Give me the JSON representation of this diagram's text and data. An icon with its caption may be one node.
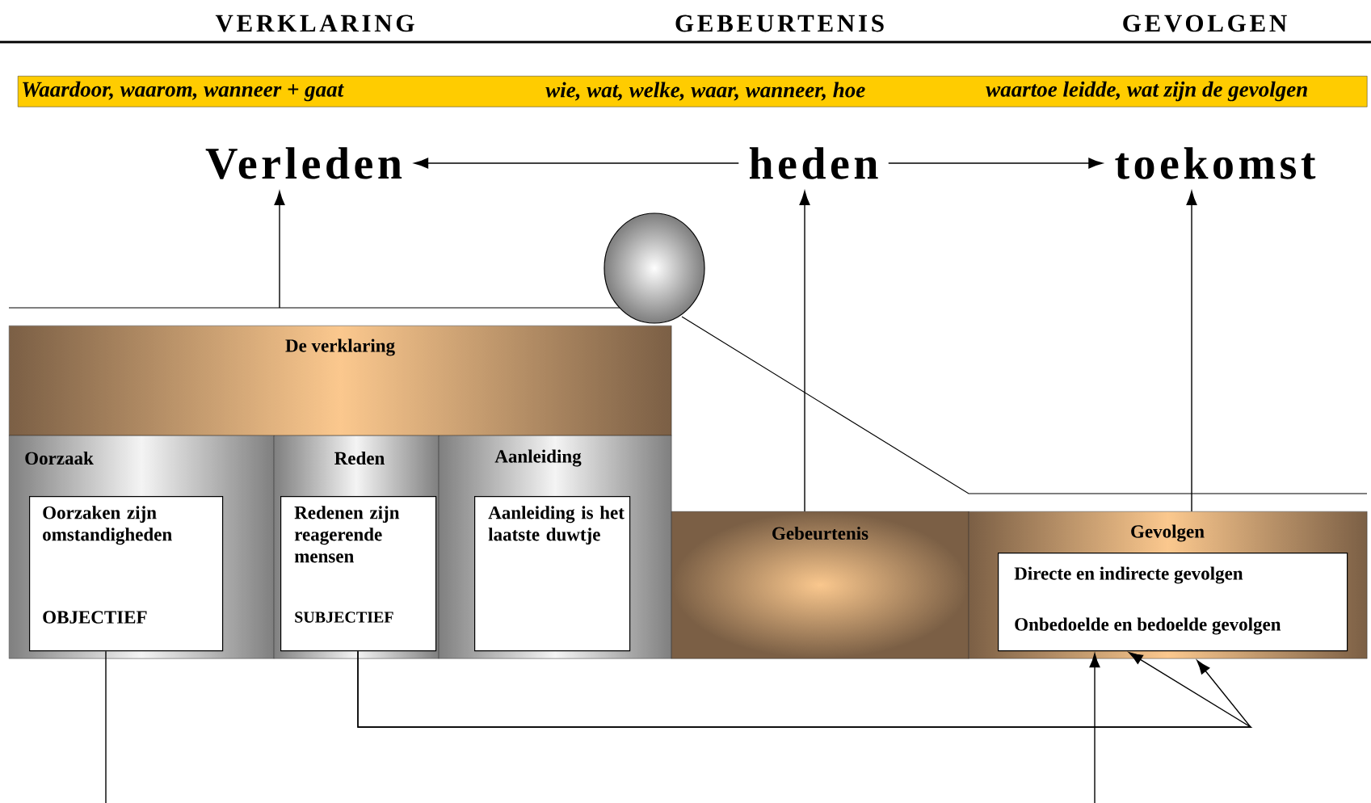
{
  "diagram": {
    "nodes": [
      {
        "text": [
          "Waardoor, waarom, wanneer + gaat",
          "wie, wat, welke, waar, wanneer, hoe",
          "waartoe leidde, wat zijn de gevolgen"
        ]
      },
      {
        "text": [
          "Verleden"
        ]
      },
      {
        "text": [
          "heden"
        ]
      },
      {
        "text": [
          "toekomst"
        ]
      },
      {
        "text": [
          "De verklaring"
        ]
      },
      {
        "text": [
          "Oorzaak"
        ]
      },
      {
        "text": [
          "Oorzaken zijn omstandigheden",
          "OBJECTIEF"
        ],
        "in": 5
      },
      {
        "text": [
          "Reden"
        ]
      },
      {
        "text": [
          "Redenen zijn reagerende mensen",
          "SUBJECTIEF"
        ],
        "in": 7
      },
      {
        "text": [
          "Aanleiding"
        ]
      },
      {
        "text": [
          "Aanleiding is het laatste duwtje"
        ],
        "in": 9
      },
      {
        "text": [
          "Gebeurtenis"
        ]
      },
      {
        "text": [
          "Gevolgen"
        ]
      },
      {
        "text": [
          "Directe en indirecte gevolgen",
          "Onbedoelde en bedoelde gevolgen"
        ],
        "in": 12
      }
    ],
    "edges": [
      {
        "from": 2,
        "to": 1,
        "arrow": "to"
      },
      {
        "from": 2,
        "to": 3,
        "arrow": "to"
      },
      {
        "from": null,
        "to": 1,
        "arrow": "to"
      },
      {
        "from": 11,
        "to": 2,
        "arrow": "to"
      },
      {
        "from": 12,
        "to": 3,
        "arrow": "to"
      },
      {
        "from": 6,
        "to": null,
        "arrow": "none"
      },
      {
        "from": 8,
        "to": 13,
        "arrow": "to"
      },
      {
        "from": 8,
        "to": 12,
        "arrow": "to"
      },
      {
        "from": null,
        "to": 13,
        "arrow": "to"
      }
    ],
    "labels": [
      "VERKLARING",
      "GEBEURTENIS",
      "GEVOLGEN"
    ]
  }
}
